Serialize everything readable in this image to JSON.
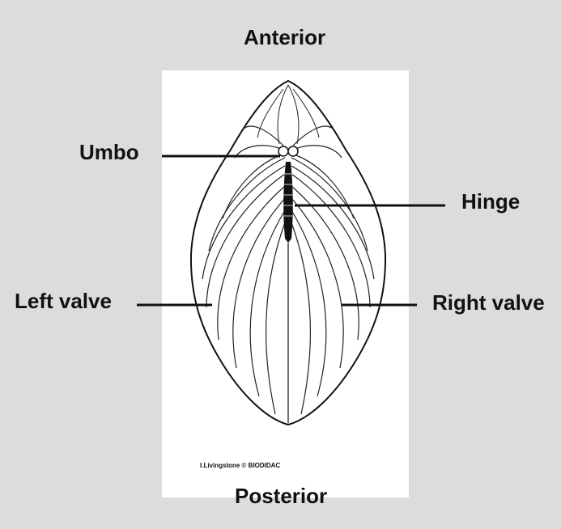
{
  "labels": {
    "anterior": "Anterior",
    "posterior": "Posterior",
    "umbo": "Umbo",
    "hinge": "Hinge",
    "left_valve": "Left valve",
    "right_valve": "Right valve"
  },
  "credit": "I.Livingstone © BIODIDAC",
  "colors": {
    "background": "#dcdcdc",
    "panel": "#ffffff",
    "ink": "#111111"
  }
}
